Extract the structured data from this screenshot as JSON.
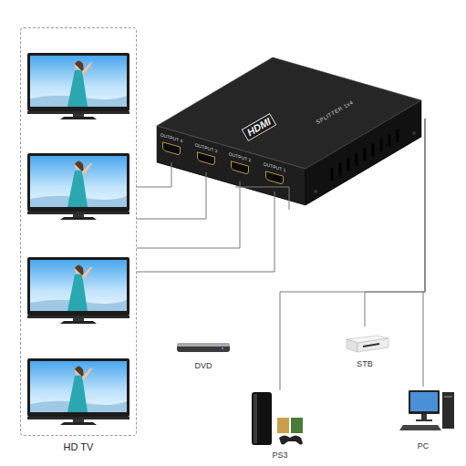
{
  "diagram": {
    "nodes": [
      {
        "text": [
          "HD TV"
        ]
      },
      {
        "text": [
          "HDMI",
          "SPLITTER 1x4"
        ]
      },
      {
        "text": [
          "OUTPUT 4"
        ],
        "in": 1
      },
      {
        "text": [
          "OUTPUT 3"
        ],
        "in": 1
      },
      {
        "text": [
          "OUTPUT 2"
        ],
        "in": 1
      },
      {
        "text": [
          "OUTPUT 1"
        ],
        "in": 1
      },
      {
        "text": [
          "DVD"
        ]
      },
      {
        "text": [
          "STB"
        ]
      },
      {
        "text": [
          "PS3"
        ]
      },
      {
        "text": [
          "PC"
        ]
      }
    ],
    "edges": [
      {
        "from": 2,
        "to": 0,
        "arrow": "none"
      },
      {
        "from": 3,
        "to": 0,
        "arrow": "none"
      },
      {
        "from": 4,
        "to": 0,
        "arrow": "none"
      },
      {
        "from": 5,
        "to": 0,
        "arrow": "none"
      },
      {
        "from": 1,
        "to": 6,
        "arrow": "none"
      },
      {
        "from": 1,
        "to": 7,
        "arrow": "none"
      },
      {
        "from": 1,
        "to": 8,
        "arrow": "none"
      },
      {
        "from": 1,
        "to": 9,
        "arrow": "none"
      }
    ]
  }
}
